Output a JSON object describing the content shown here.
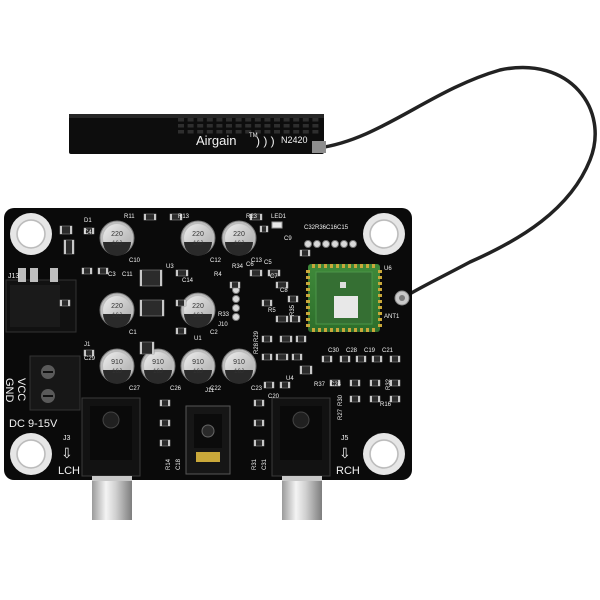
{
  "antenna": {
    "brand": "Airgain",
    "tm": "TM",
    "model": "N2420",
    "connector_label": "ANT1"
  },
  "board": {
    "power_labels": {
      "vcc": "VCC",
      "gnd": "GND",
      "voltage": "DC  9-15V",
      "jack": "J13"
    },
    "channels": {
      "left": "LCH",
      "right": "RCH",
      "left_jack": "J3",
      "right_jack": "J5",
      "center_jack": "J11"
    },
    "led": "LED1",
    "module": "U6",
    "header_row_label": "C32R36C16C15",
    "capacitors": [
      {
        "ref": "C10",
        "value": "220",
        "rating": "16J"
      },
      {
        "ref": "C12",
        "value": "220",
        "rating": "16J"
      },
      {
        "ref": "C13",
        "value": "220",
        "rating": "16J"
      },
      {
        "ref": "C1",
        "value": "220",
        "rating": "16J"
      },
      {
        "ref": "C2",
        "value": "220",
        "rating": "16J"
      },
      {
        "ref": "C27",
        "value": "910",
        "rating": "16J"
      },
      {
        "ref": "C26",
        "value": "910",
        "rating": "16J"
      },
      {
        "ref": "C22",
        "value": "910",
        "rating": "16J"
      },
      {
        "ref": "C23",
        "value": "910",
        "rating": "16J"
      }
    ],
    "ref_labels": [
      "D1",
      "C4",
      "R11",
      "R13",
      "R23",
      "C9",
      "C3",
      "C11",
      "U3",
      "C14",
      "R34",
      "R4",
      "C5",
      "C6",
      "C7",
      "C8",
      "R33",
      "J10",
      "R5",
      "R35",
      "R29",
      "R28",
      "U4",
      "R37",
      "C24",
      "C30",
      "C28",
      "C19",
      "C21",
      "R30",
      "R27",
      "R16",
      "R32",
      "C29",
      "J1",
      "R14",
      "C18",
      "R31",
      "C31",
      "C20",
      "U1"
    ]
  }
}
